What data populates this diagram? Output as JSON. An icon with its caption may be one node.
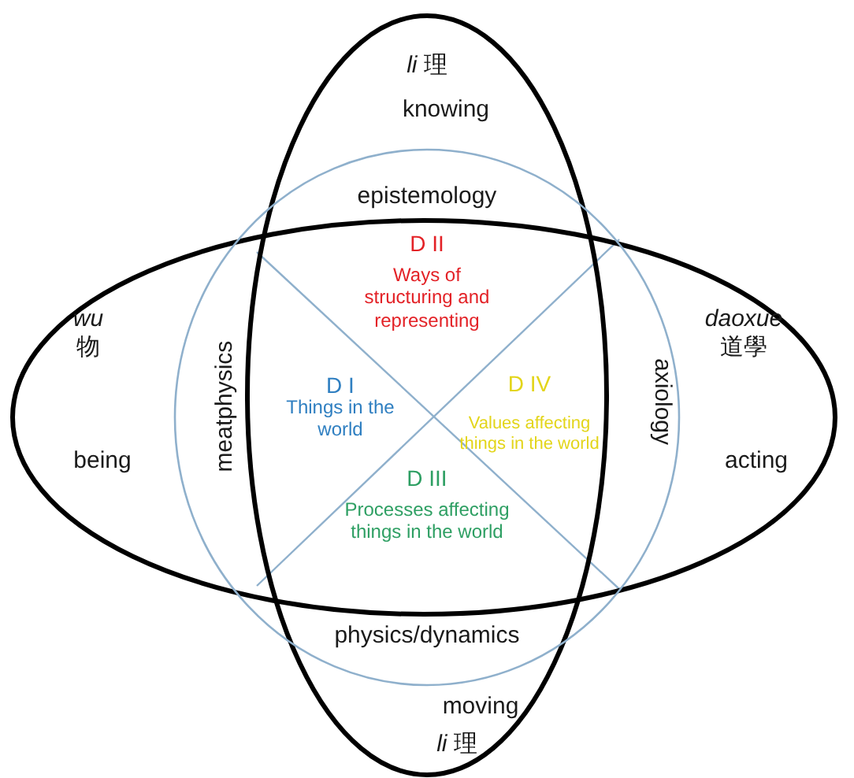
{
  "diagram": {
    "nodes": [
      {
        "text": [
          "*li* 理",
          "knowing",
          "moving",
          "*li* 理"
        ]
      },
      {
        "text": [
          "*wu* 物",
          "being",
          "*daoxue* 道學",
          "acting"
        ]
      },
      {
        "text": [
          "epistemology",
          "meatphysics",
          "axiology",
          "physics/dynamics"
        ]
      }
    ],
    "edges": [],
    "labels": [
      "D II",
      "Ways of structuring and representing",
      "D I",
      "Things in the world",
      "D IV",
      "Values affecting things in the world",
      "D III",
      "Processes affecting things in the world"
    ]
  }
}
